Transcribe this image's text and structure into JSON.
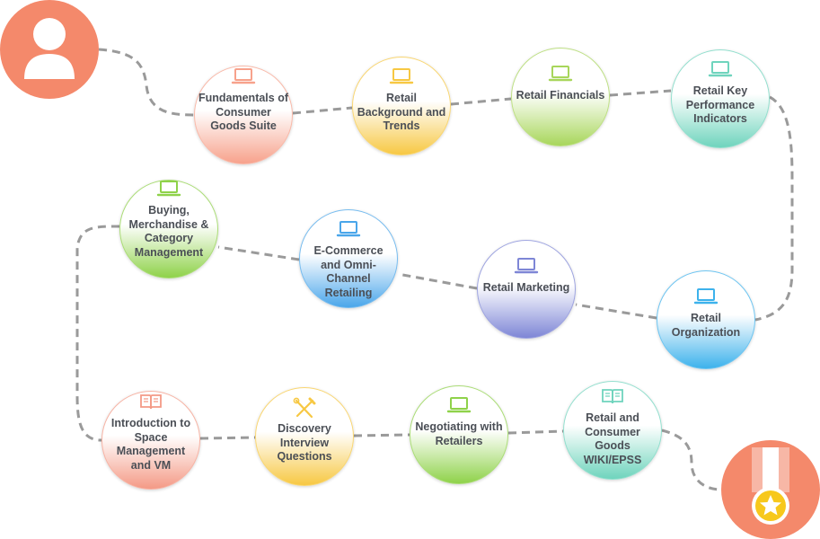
{
  "start": {
    "icon": "user-icon",
    "color": "#f4896b"
  },
  "finish": {
    "icon": "medal-icon",
    "color": "#f4896b",
    "star_color": "#f7c81c"
  },
  "steps": [
    {
      "id": "fundamentals",
      "label": "Fundamentals of Consumer Goods Suite",
      "icon": "laptop-icon",
      "color": "#f7a28c"
    },
    {
      "id": "retail-background",
      "label": "Retail Background and Trends",
      "icon": "laptop-icon",
      "color": "#f7c843"
    },
    {
      "id": "retail-financials",
      "label": "Retail Financials",
      "icon": "laptop-icon",
      "color": "#a8d65b"
    },
    {
      "id": "retail-kpi",
      "label": "Retail Key Performance Indicators",
      "icon": "laptop-icon",
      "color": "#6fd4bd"
    },
    {
      "id": "retail-organization",
      "label": "Retail Organization",
      "icon": "laptop-icon",
      "color": "#3db2ec"
    },
    {
      "id": "retail-marketing",
      "label": "Retail Marketing",
      "icon": "laptop-icon",
      "color": "#7e86d6"
    },
    {
      "id": "ecommerce",
      "label": "E-Commerce and Omni-Channel Retailing",
      "icon": "laptop-icon",
      "color": "#4aa6ea"
    },
    {
      "id": "buying",
      "label": "Buying, Merchandise & Category Management",
      "icon": "laptop-icon",
      "color": "#8fd24a"
    },
    {
      "id": "space-management",
      "label": "Introduction to Space Management and VM",
      "icon": "book-icon",
      "color": "#f49a86"
    },
    {
      "id": "discovery",
      "label": "Discovery Interview Questions",
      "icon": "tools-icon",
      "color": "#f7c843"
    },
    {
      "id": "negotiating",
      "label": "Negotiating with Retailers",
      "icon": "laptop-icon",
      "color": "#8fd24a"
    },
    {
      "id": "wiki",
      "label": "Retail and Consumer Goods WIKI/EPSS",
      "icon": "book-icon",
      "color": "#6fd4bd"
    }
  ]
}
